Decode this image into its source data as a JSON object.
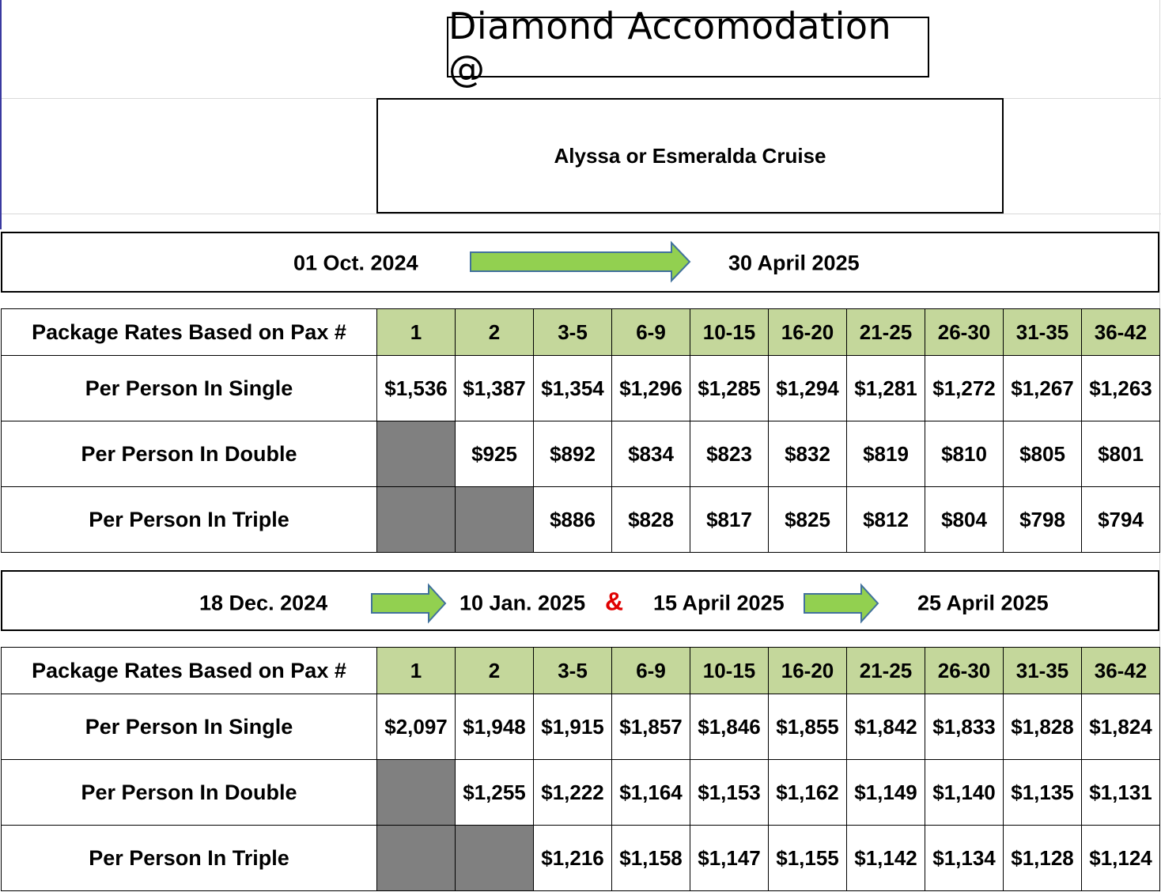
{
  "header": {
    "title": "Diamond Accomodation @",
    "subtitle": "Alyssa or Esmeralda Cruise"
  },
  "period1": {
    "from": "01 Oct.  2024",
    "to": "30 April 2025"
  },
  "period2": {
    "range1_from": "18 Dec.  2024",
    "range1_to": "10 Jan. 2025",
    "separator": "&",
    "range2_from": "15 April 2025",
    "range2_to": "25 April 2025"
  },
  "colors": {
    "arrow_fill": "#92d050",
    "arrow_stroke": "#41719c",
    "header_fill": "#c4d79b",
    "unavailable_fill": "#808080",
    "ampersand": "#e00000"
  },
  "table1": {
    "header_label": "Package Rates Based on Pax #",
    "pax": [
      "1",
      "2",
      "3-5",
      "6-9",
      "10-15",
      "16-20",
      "21-25",
      "26-30",
      "31-35",
      "36-42"
    ],
    "rows": [
      {
        "label": "Per Person In Single",
        "values": [
          "$1,536",
          "$1,387",
          "$1,354",
          "$1,296",
          "$1,285",
          "$1,294",
          "$1,281",
          "$1,272",
          "$1,267",
          "$1,263"
        ]
      },
      {
        "label": "Per Person In Double",
        "values": [
          null,
          "$925",
          "$892",
          "$834",
          "$823",
          "$832",
          "$819",
          "$810",
          "$805",
          "$801"
        ]
      },
      {
        "label": "Per Person In Triple",
        "values": [
          null,
          null,
          "$886",
          "$828",
          "$817",
          "$825",
          "$812",
          "$804",
          "$798",
          "$794"
        ]
      }
    ]
  },
  "table2": {
    "header_label": "Package Rates Based on Pax #",
    "pax": [
      "1",
      "2",
      "3-5",
      "6-9",
      "10-15",
      "16-20",
      "21-25",
      "26-30",
      "31-35",
      "36-42"
    ],
    "rows": [
      {
        "label": "Per Person In Single",
        "values": [
          "$2,097",
          "$1,948",
          "$1,915",
          "$1,857",
          "$1,846",
          "$1,855",
          "$1,842",
          "$1,833",
          "$1,828",
          "$1,824"
        ]
      },
      {
        "label": "Per Person In Double",
        "values": [
          null,
          "$1,255",
          "$1,222",
          "$1,164",
          "$1,153",
          "$1,162",
          "$1,149",
          "$1,140",
          "$1,135",
          "$1,131"
        ]
      },
      {
        "label": "Per Person In Triple",
        "values": [
          null,
          null,
          "$1,216",
          "$1,158",
          "$1,147",
          "$1,155",
          "$1,142",
          "$1,134",
          "$1,128",
          "$1,124"
        ]
      }
    ]
  }
}
